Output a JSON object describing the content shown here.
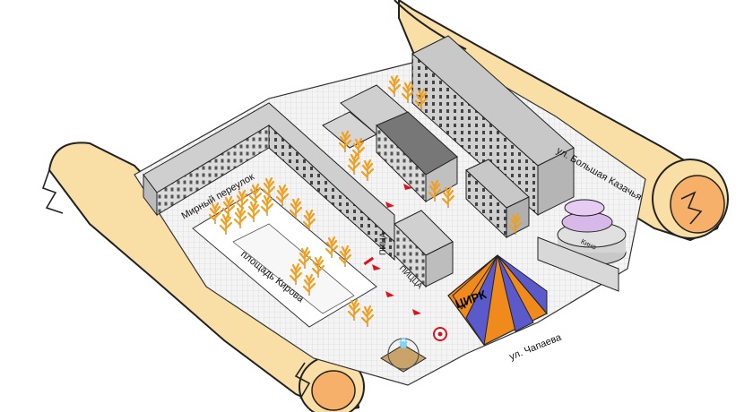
{
  "map": {
    "streets": {
      "mirny": "Мирный переулок",
      "kirova": "площадь Кирова",
      "bolshaya_kazachya": "ул. Большая Казачья",
      "chapaeva": "ул. Чапаева"
    },
    "buildings": {
      "circus": "ЦИРК",
      "kino": "Кино",
      "sign_left": "ПИЦА",
      "sign_right": "ПИЦЦА"
    },
    "colors": {
      "scroll_fill": "#f9dfa6",
      "scroll_stroke": "#222222",
      "scroll_curl": "#f7b06a",
      "ground": "#f2f2f2",
      "building": "#d8d8d8",
      "building_roof": "#bdbdbd",
      "tree": "#f0a020",
      "route": "#e0101a",
      "circus_orange": "#f08a1c",
      "circus_blue": "#5a5acb",
      "fountain": "#7fd3f5"
    },
    "icons": [
      "target-icon",
      "tree-icon",
      "fountain-icon",
      "route-arrow-icon"
    ]
  }
}
